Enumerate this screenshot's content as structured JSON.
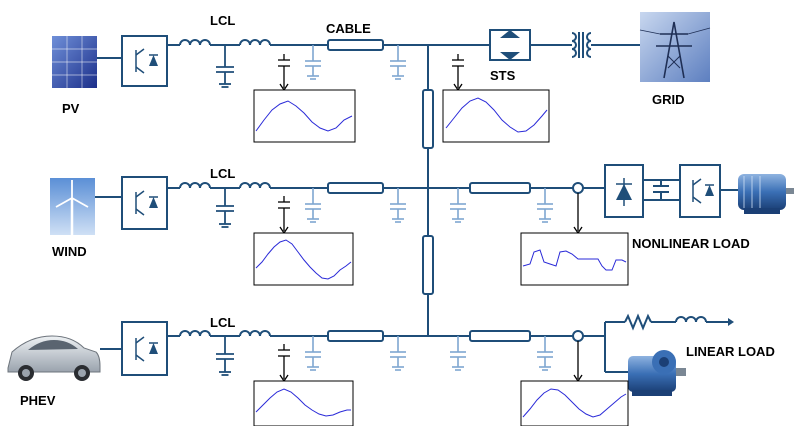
{
  "labels": {
    "pv": "PV",
    "wind": "WIND",
    "phev": "PHEV",
    "grid": "GRID",
    "lcl_1": "LCL",
    "lcl_2": "LCL",
    "lcl_3": "LCL",
    "cable": "CABLE",
    "sts": "STS",
    "nonlinear_load": "NONLINEAR LOAD",
    "linear_load": "LINEAR LOAD"
  },
  "colors": {
    "conductor": "#1f4e79",
    "shunt_capacitor": "#7fa7d0",
    "waveform": "#2a2ad8"
  },
  "icons": {
    "pv": "solar-panel-icon",
    "wind": "wind-turbine-icon",
    "phev": "car-icon",
    "grid": "transmission-tower-icon",
    "nonlinear_load": "motor-icon",
    "linear_load": "gear-motor-icon"
  }
}
